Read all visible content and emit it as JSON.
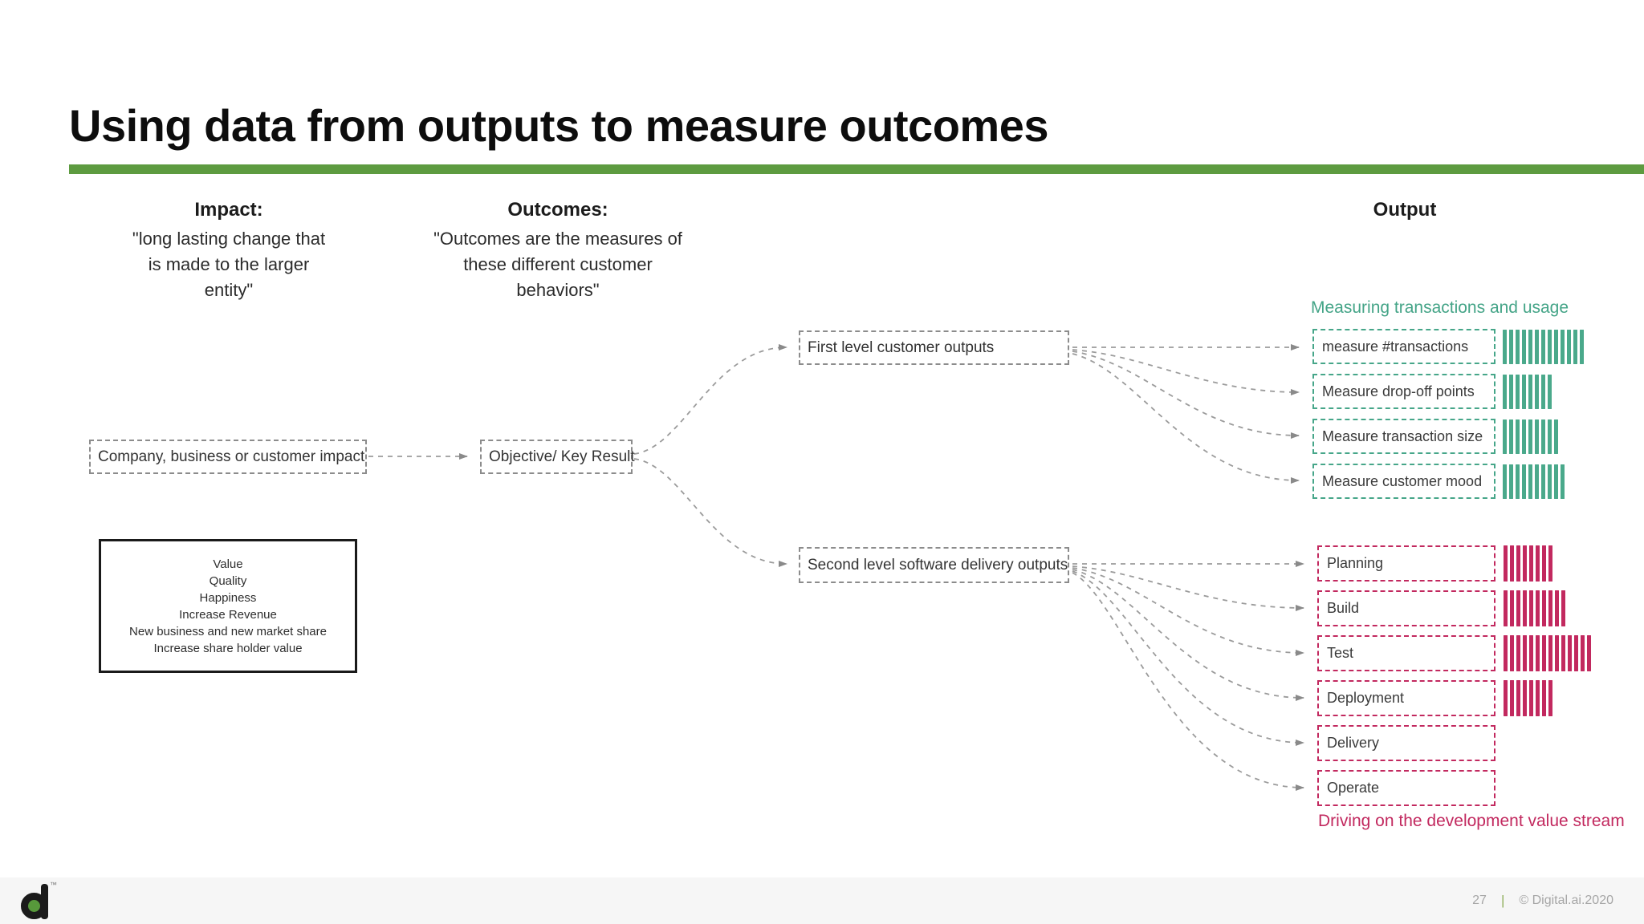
{
  "title": "Using data from outputs to measure outcomes",
  "columns": {
    "impact": {
      "header": "Impact:",
      "lines": [
        "\"long lasting change that",
        "is made to the larger",
        "entity\""
      ]
    },
    "outcomes": {
      "header": "Outcomes:",
      "lines": [
        "\"Outcomes are the measures of",
        "these different customer",
        "behaviors\""
      ]
    },
    "output": {
      "header": "Output"
    }
  },
  "flow": {
    "impact_box": "Company, business or customer impact",
    "okr_box": "Objective/ Key Result",
    "first_level_box": "First level customer outputs",
    "second_level_box": "Second level software delivery outputs"
  },
  "impact_list_box": {
    "lines": [
      "Value",
      "Quality",
      "Happiness",
      "Increase Revenue",
      "New business and new market share",
      "Increase share holder value"
    ]
  },
  "measures": {
    "caption": "Measuring transactions and usage",
    "color": "#46a689",
    "rows": [
      {
        "label": "measure #transactions",
        "bars": 13
      },
      {
        "label": "Measure drop-off points",
        "bars": 8
      },
      {
        "label": "Measure transaction size",
        "bars": 9
      },
      {
        "label": "Measure customer mood",
        "bars": 10
      }
    ]
  },
  "delivery": {
    "caption": "Driving on the development  value stream",
    "color": "#c2295f",
    "rows": [
      {
        "label": "Planning",
        "bars": 8
      },
      {
        "label": "Build",
        "bars": 10
      },
      {
        "label": "Test",
        "bars": 14
      },
      {
        "label": "Deployment",
        "bars": 8
      },
      {
        "label": "Delivery",
        "bars": 0
      },
      {
        "label": "Operate",
        "bars": 0
      }
    ]
  },
  "footer": {
    "page": "27",
    "divider": "|",
    "copyright": "© Digital.ai.2020",
    "trademark": "™"
  },
  "colors": {
    "accent_green": "#5d9b40",
    "teal": "#46a689",
    "pink": "#c2295f",
    "connector_gray": "#9b9b9b"
  }
}
